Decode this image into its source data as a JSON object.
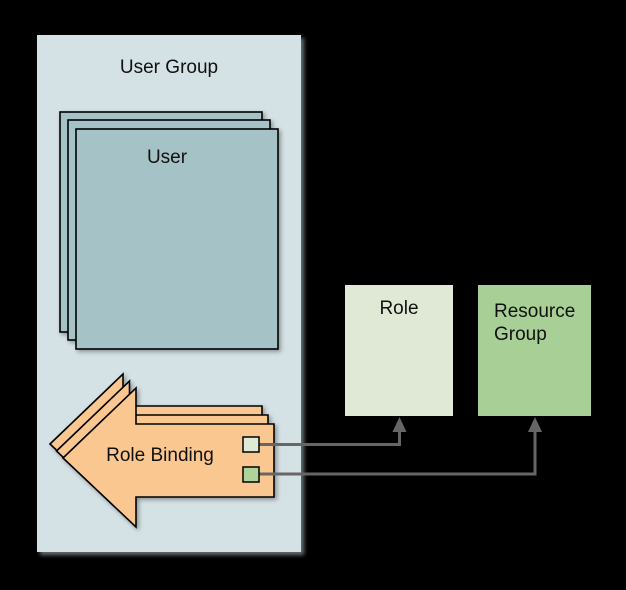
{
  "diagram": {
    "user_group": {
      "label": "User Group"
    },
    "user_stack": {
      "label": "User",
      "copies": 3
    },
    "role_binding": {
      "label": "Role Binding",
      "copies": 3
    },
    "role_box": {
      "label": "Role"
    },
    "resource_group_box": {
      "label": "Resource Group"
    },
    "ports": [
      {
        "name": "role-port",
        "links_to": "Role"
      },
      {
        "name": "resource-port",
        "links_to": "Resource Group"
      }
    ],
    "connectors": [
      {
        "from": "role-binding-top-port",
        "to": "role-box",
        "style": "elbow-up-arrow"
      },
      {
        "from": "role-binding-bottom-port",
        "to": "resource-group-box",
        "style": "elbow-up-arrow"
      }
    ]
  },
  "colors": {
    "canvas_bg": "#000000",
    "group_fill": "#d4e1e5",
    "user_fill": "#a5c2c7",
    "arrow_fill": "#f9c78f",
    "role_fill": "#dfe9d5",
    "resource_fill": "#a8cf96",
    "port_role_fill": "#dfe9d5",
    "port_resource_fill": "#aed49c",
    "shape_stroke": "#000000",
    "connector": "#666666",
    "text": "#111111"
  }
}
